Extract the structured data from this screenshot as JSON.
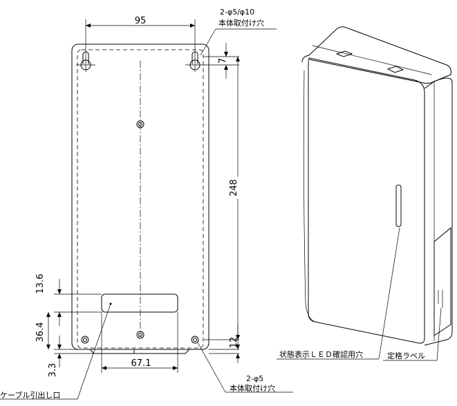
{
  "front_view": {
    "dim_width": "95",
    "dim_height": "248",
    "dim_top_hole": "7",
    "dim_bottom_hole": "12",
    "dim_cable_height": "13.6",
    "dim_cable_from_bottom": "36.4",
    "dim_bottom_offset": "3.3",
    "dim_cable_width": "67.1",
    "label_top_holes_line1": "2-φ5/φ10",
    "label_top_holes_line2": "本体取付け穴",
    "label_bottom_holes_line1": "2-φ5",
    "label_bottom_holes_line2": "本体取付け穴",
    "label_cable_exit": "ケーブル引出し口"
  },
  "iso_view": {
    "label_led_hole": "状態表示ＬＥＤ確認用穴",
    "label_rating": "定格ラベル"
  }
}
